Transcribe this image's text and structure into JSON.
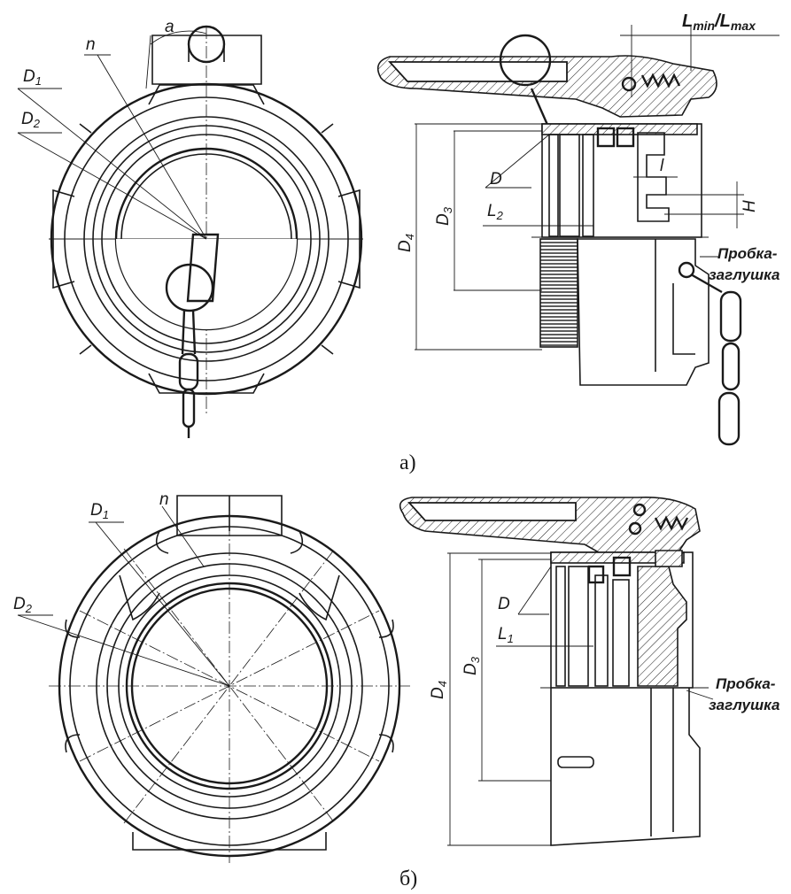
{
  "figure_a": {
    "labels": {
      "angle": "a",
      "n": "n",
      "D1": "D",
      "D1_sub": "1",
      "D2": "D",
      "D2_sub": "2",
      "D": "D",
      "D3": "D",
      "D3_sub": "3",
      "D4": "D",
      "D4_sub": "4",
      "L2": "L",
      "L2_sub": "2",
      "l": "l",
      "H": "H",
      "Lmin": "L",
      "Lmin_sub": "min",
      "slash": "/",
      "Lmax": "L",
      "Lmax_sub": "max",
      "plug_line1": "Пробка-",
      "plug_line2": "заглушка"
    },
    "caption": "а)"
  },
  "figure_b": {
    "labels": {
      "n": "n",
      "D1": "D",
      "D1_sub": "1",
      "D2": "D",
      "D2_sub": "2",
      "D": "D",
      "D3": "D",
      "D3_sub": "3",
      "D4": "D",
      "D4_sub": "4",
      "L1": "L",
      "L1_sub": "1",
      "plug_line1": "Пробка-",
      "plug_line2": "заглушка"
    },
    "caption": "б)"
  }
}
